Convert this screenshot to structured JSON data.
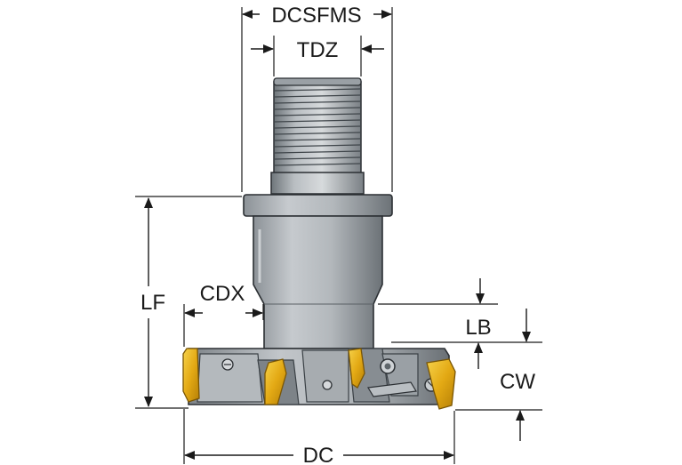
{
  "dimensions": {
    "dcsfms": "DCSFMS",
    "tdz": "TDZ",
    "lf": "LF",
    "cdx": "CDX",
    "lb": "LB",
    "cw": "CW",
    "dc": "DC"
  },
  "colors": {
    "body_light": "#c9cdd0",
    "body_mid": "#9ea4a8",
    "body_dark": "#5f666b",
    "outline": "#2b2f33",
    "insert_yellow": "#e8b21a",
    "insert_dark": "#a07408",
    "dimension": "#1a1a1a"
  }
}
